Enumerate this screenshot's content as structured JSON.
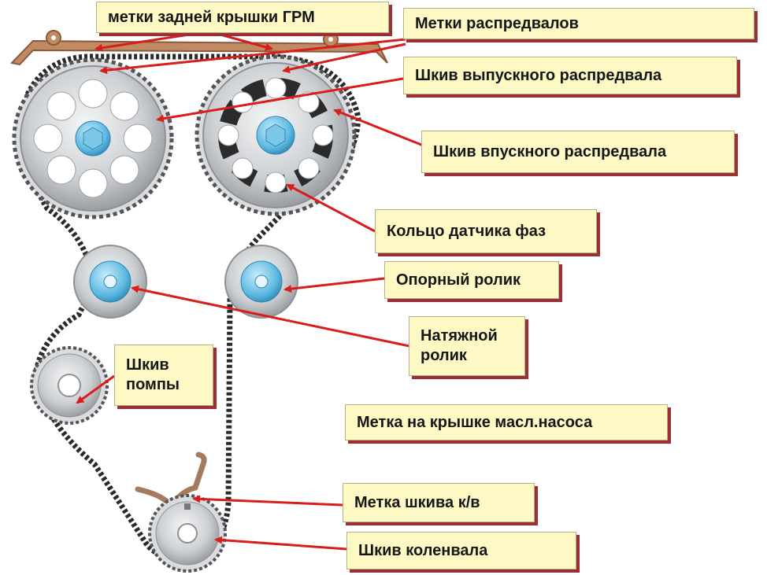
{
  "labels": {
    "rear_cover_marks": "метки задней крышки ГРМ",
    "camshaft_marks": "Метки распредвалов",
    "exhaust_cam_pulley": "Шкив выпускного распредвала",
    "intake_cam_pulley": "Шкив впускного распредвала",
    "phase_sensor_ring": "Кольцо датчика фаз",
    "idler_roller": "Опорный ролик",
    "tensioner_roller": "Натяжной\nролик",
    "water_pump_pulley": "Шкив\nпомпы",
    "oil_pump_cover_mark": "Метка на крышке масл.насоса",
    "crank_pulley_mark": "Метка шкива к/в",
    "crankshaft_pulley": "Шкив коленвала"
  },
  "colors": {
    "arrow": "#d91c1c",
    "callout_fill": "#fdf8c4",
    "callout_shadow": "#9c2f35",
    "belt": "#2a2a2a",
    "pulley_metal": "#c7c9cc",
    "hub_blue": "#5bb8e0"
  },
  "icons": {
    "arrow_head": "red-arrowhead"
  }
}
